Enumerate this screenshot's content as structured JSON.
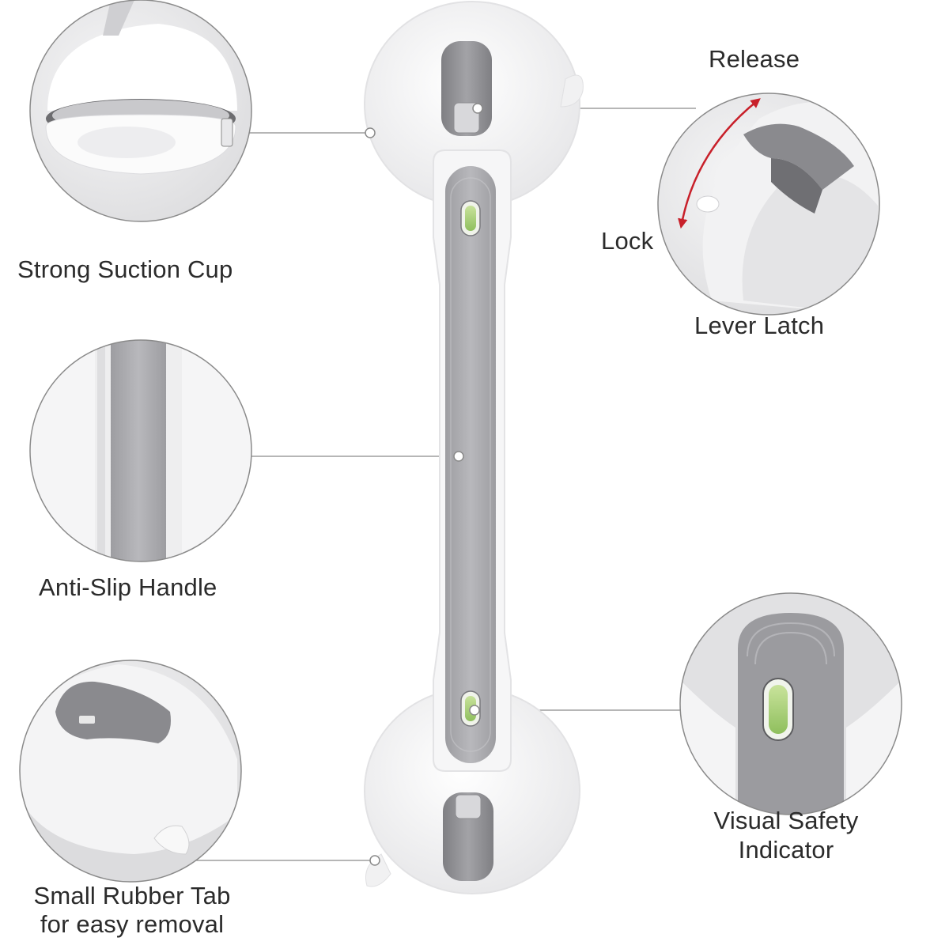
{
  "product": "Suction grab bar",
  "colors": {
    "body_white": "#f4f4f4",
    "grip_grey": "#a9a9ad",
    "latch_grey": "#8e8e92",
    "indicator_green": "#a8cf7a",
    "arrow_red": "#c8202a",
    "callout_line": "#8a8a8a",
    "text": "#2b2b2b"
  },
  "callouts": {
    "suction_cup": {
      "label": "Strong Suction Cup",
      "icon": "suction-cup-detail"
    },
    "lever_latch": {
      "label": "Lever Latch",
      "release": "Release",
      "lock": "Lock",
      "icon": "lever-latch-detail"
    },
    "handle": {
      "label": "Anti-Slip Handle",
      "icon": "anti-slip-handle-detail"
    },
    "indicator": {
      "label_line1": "Visual Safety",
      "label_line2": "Indicator",
      "icon": "safety-indicator-detail"
    },
    "rubber_tab": {
      "label_line1": "Small Rubber Tab",
      "label_line2": "for easy removal",
      "icon": "rubber-tab-detail"
    }
  }
}
